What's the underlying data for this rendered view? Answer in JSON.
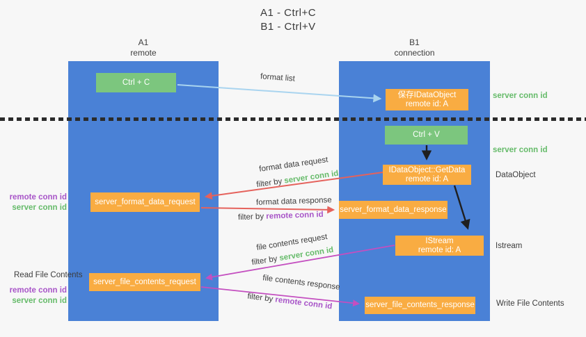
{
  "title": {
    "line1": "A1 - Ctrl+C",
    "line2": "B1 - Ctrl+V"
  },
  "columns": {
    "left": {
      "id": "A1",
      "label": "remote"
    },
    "right": {
      "id": "B1",
      "label": "connection"
    }
  },
  "boxes": {
    "ctrl_c": {
      "label": "Ctrl + C"
    },
    "save_idataobject": {
      "line1": "保存IDataObject",
      "line2": "remote id: A"
    },
    "ctrl_v": {
      "label": "Ctrl + V"
    },
    "getdata": {
      "line1": "IDataObject::GetData",
      "line2": "remote id: A"
    },
    "istream": {
      "line1": "IStream",
      "line2": "remote id: A"
    },
    "format_request": {
      "label": "server_format_data_request"
    },
    "format_response": {
      "label": "server_format_data_response"
    },
    "file_request": {
      "label": "server_file_contents_request"
    },
    "file_response": {
      "label": "server_file_contents_response"
    }
  },
  "arrow_labels": {
    "format_list": "format list",
    "format_data_request": "format data request",
    "format_data_response": "format data response",
    "file_contents_request": "file contents request",
    "file_contents_response": "file contents response",
    "filter_by": "filter by ",
    "server_conn_id": "server conn id",
    "remote_conn_id": "remote conn id"
  },
  "side_labels": {
    "server_conn_id": "server conn id",
    "remote_conn_id": "remote conn id",
    "dataobject": "DataObject",
    "istream": "Istream",
    "read_file_contents": "Read File Contents",
    "write_file_contents": "Write File Contents"
  },
  "colors": {
    "background": "#f7f7f7",
    "column_blue": "#4a81d6",
    "box_green": "#7cc67e",
    "box_orange": "#f9ac42",
    "conn_id_green": "#66bb6a",
    "conn_id_purple": "#a855c8",
    "arrow_red": "#e5625c",
    "arrow_magenta": "#c44fc0",
    "arrow_lightblue": "#a9d4ef",
    "arrow_black": "#1f1f1f",
    "dash_line": "#2b2b2b"
  }
}
